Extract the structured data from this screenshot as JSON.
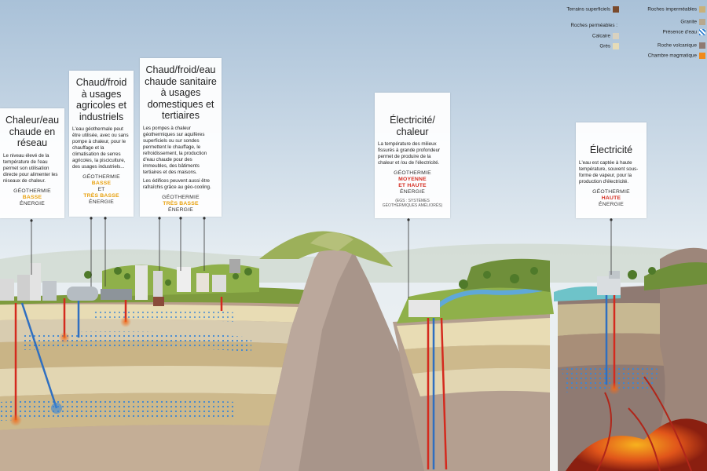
{
  "panels": [
    {
      "title": "Chaleur/eau chaude en réseau",
      "desc": [
        "Le niveau élevé de la température de l'eau permet son utilisation directe pour alimenter les réseaux de chaleur."
      ],
      "geo": [
        "GÉOTHERMIE",
        "BASSE",
        "ÉNERGIE"
      ]
    },
    {
      "title": "Chaud/froid à usages agricoles et industriels",
      "desc": [
        "L'eau géothermale peut être utilisée, avec ou sans pompe à chaleur, pour le chauffage et la climatisation de serres agricoles, la pisciculture, des usages industriels..."
      ],
      "geo": [
        "GÉOTHERMIE",
        "BASSE",
        "ET",
        "TRÈS BASSE",
        "ÉNERGIE"
      ]
    },
    {
      "title": "Chaud/froid/eau chaude sanitaire à usages domestiques et tertiaires",
      "desc": [
        "Les pompes à chaleur géothermiques sur aquifères superficiels ou sur sondes permettent le chauffage, le refroidissement, la production d'eau chaude pour des immeubles, des bâtiments tertiaires et des maisons.",
        "Les édifices peuvent aussi être rafraîchis grâce au géo-cooling."
      ],
      "geo": [
        "GÉOTHERMIE",
        "TRÈS BASSE",
        "ÉNERGIE"
      ]
    },
    {
      "title": "Électricité/ chaleur",
      "desc": [
        "La température des milieux fissurés à grande profondeur permet de produire de la chaleur et /ou de l'électricité."
      ],
      "geo": [
        "GÉOTHERMIE",
        "MOYENNE",
        "ET HAUTE",
        "ÉNERGIE"
      ],
      "note": "(EGS : SYSTÈMES GÉOTHERMIQUES AMÉLIORÉS)"
    },
    {
      "title": "Électricité",
      "desc": [
        "L'eau est captée à haute température, souvent sous-forme de vapeur, pour la production d'électricité."
      ],
      "geo": [
        "GÉOTHERMIE",
        "HAUTE",
        "ÉNERGIE"
      ]
    }
  ],
  "legend": {
    "left": [
      {
        "label": "Terrains superficiels",
        "color": "#7a4a2c"
      },
      {
        "label": "Roches perméables :",
        "color": ""
      },
      {
        "label": "Calcaire",
        "color": "#d9d2c0"
      },
      {
        "label": "Grès",
        "color": "#e6dcb8"
      }
    ],
    "right": [
      {
        "label": "Roches imperméables",
        "color": "#c9b17a"
      },
      {
        "label": "Granite",
        "color": "#b8a88e"
      },
      {
        "label": "Présence d'eau",
        "color": "#2f7fd0"
      },
      {
        "label": "Roche volcanique",
        "color": "#8f7a72"
      },
      {
        "label": "Chambre magmatique",
        "color": "#f08a1c"
      }
    ]
  },
  "colors": {
    "sky_top": "#b7cce0",
    "sky_bottom": "#eef2f4",
    "grass": "#8fb04a",
    "sand": "#e7d9ae",
    "rock": "#a8958a",
    "water_dots": "#3a86d6",
    "hot": "#d42a1e",
    "magma": "#e0541a"
  }
}
